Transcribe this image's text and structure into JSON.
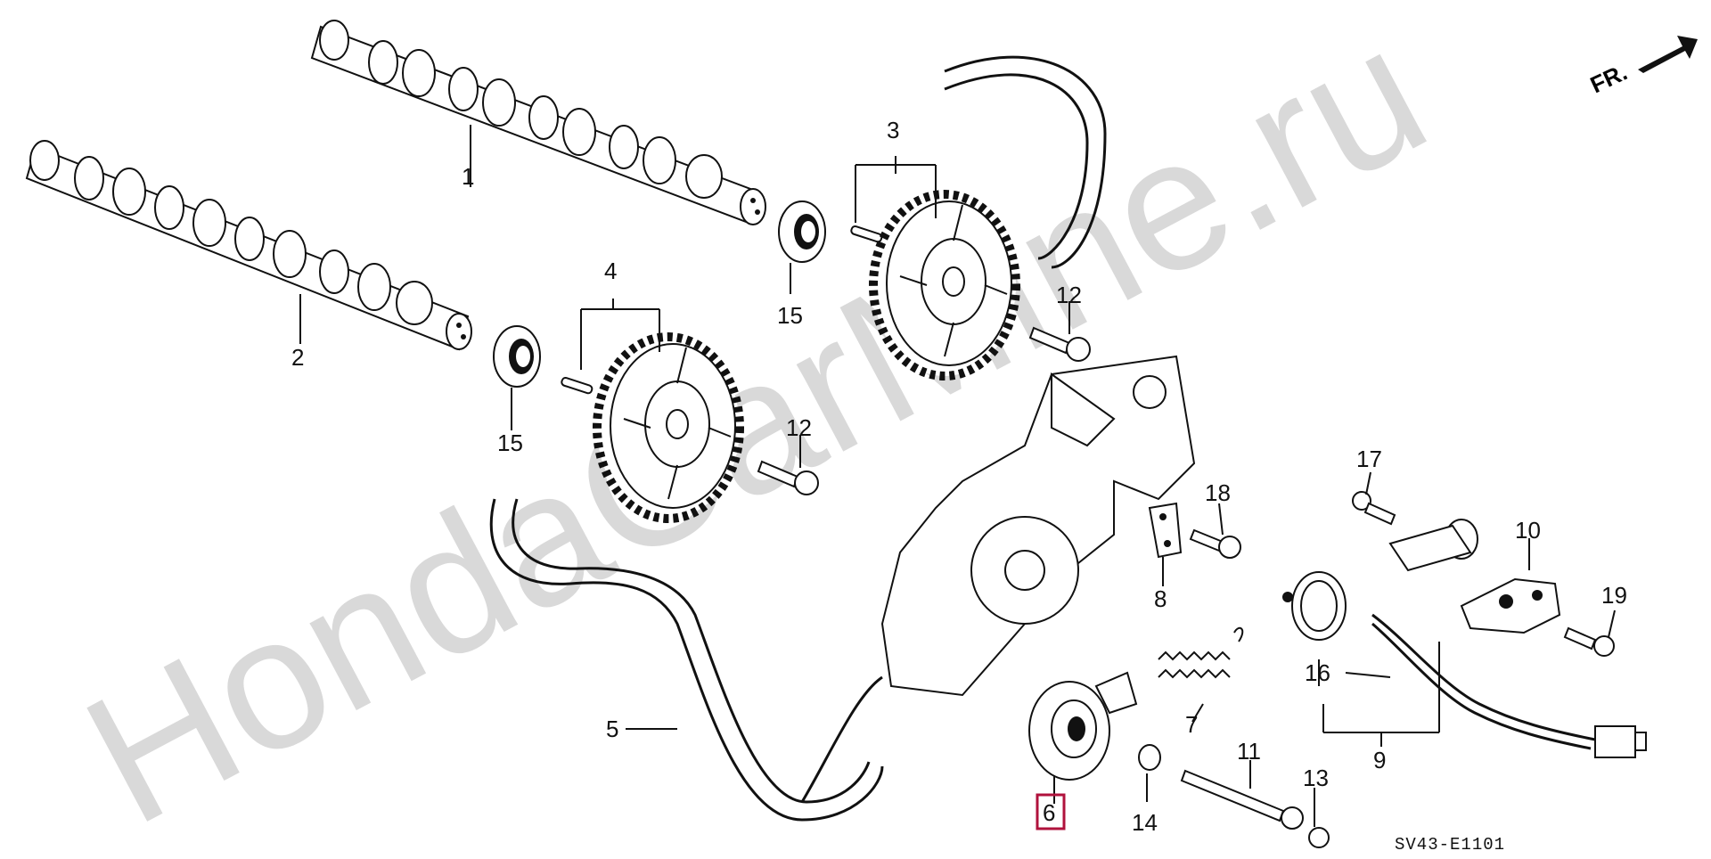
{
  "watermark": "HondaCarMine.ru",
  "direction_marker": "FR.",
  "diagram_code": "SV43-E1101",
  "colors": {
    "highlight": "#b0123c",
    "ink": "#111111",
    "watermark": "#d9d9d9"
  },
  "callouts": [
    {
      "id": "1",
      "label": "1"
    },
    {
      "id": "2",
      "label": "2"
    },
    {
      "id": "3",
      "label": "3"
    },
    {
      "id": "4",
      "label": "4"
    },
    {
      "id": "5",
      "label": "5"
    },
    {
      "id": "6",
      "label": "6",
      "highlighted": true
    },
    {
      "id": "7",
      "label": "7"
    },
    {
      "id": "8",
      "label": "8"
    },
    {
      "id": "9",
      "label": "9"
    },
    {
      "id": "10",
      "label": "10"
    },
    {
      "id": "11",
      "label": "11"
    },
    {
      "id": "12a",
      "label": "12"
    },
    {
      "id": "12b",
      "label": "12"
    },
    {
      "id": "13",
      "label": "13"
    },
    {
      "id": "14",
      "label": "14"
    },
    {
      "id": "15a",
      "label": "15"
    },
    {
      "id": "15b",
      "label": "15"
    },
    {
      "id": "16",
      "label": "16"
    },
    {
      "id": "17",
      "label": "17"
    },
    {
      "id": "18",
      "label": "18"
    },
    {
      "id": "19",
      "label": "19"
    }
  ]
}
